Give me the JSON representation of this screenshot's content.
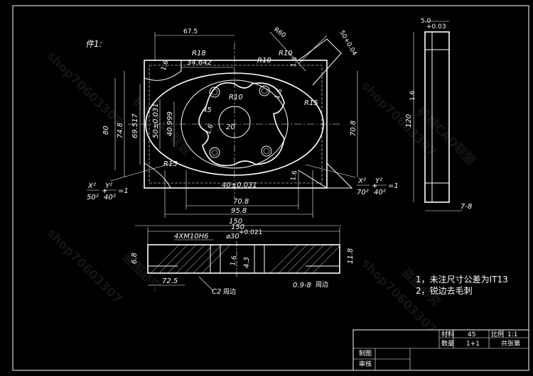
{
  "part_label": "件1:",
  "watermark": {
    "shop": "shop70603307",
    "brand": "机械CAD联盟",
    "tagline": "盗图必究",
    "logo_text": "CAD"
  },
  "top_view": {
    "dims": {
      "width_top": "67.5",
      "r18": "R18",
      "d34": "34.642",
      "r10a": "R10",
      "r10b": "R10",
      "r10c": "R10",
      "r15a": "R15",
      "r15b": "R15",
      "a45": "45",
      "d20": "20",
      "h50": "50±0.031",
      "h40": "40.999",
      "h69": "69.517",
      "h80": "80",
      "h74": "74.8",
      "h70": "70.8",
      "w40": "40±0.031",
      "w70": "70.8",
      "w95": "95.8",
      "w150": "150",
      "angle_top": "R60",
      "corner_dim": "50+0.04",
      "surf_a": "1.6",
      "surf_b": "1.6",
      "surf_c": "1.6",
      "surf_d": "1.6",
      "surf_e": "1.6"
    },
    "ellipse_inner": {
      "num_x": "X²",
      "den_x": "50²",
      "num_y": "Y²",
      "den_y": "40²",
      "eq": "=1"
    },
    "ellipse_outer": {
      "num_x": "X²",
      "den_x": "70²",
      "num_y": "Y²",
      "den_y": "40²",
      "eq": "=1"
    }
  },
  "side_view": {
    "dims": {
      "top_small": "5.0",
      "top_tol": "+0.03",
      "h120": "120",
      "w7": "7-8",
      "surf": "1.6"
    }
  },
  "section_view": {
    "dims": {
      "w150": "150",
      "hole": "4XM10H6",
      "bore": "⌀30",
      "bore_tol": "+0.021",
      "left_h": "6.8",
      "right_h": "11.8",
      "d72": "72.5",
      "chamfer": "C2",
      "chamfer_note": "周边",
      "d43": "4.3",
      "depth": "0.9-8",
      "depth_note": "周边",
      "surf": "1.6"
    }
  },
  "notes": [
    "1，未注尺寸公差为IT13",
    "2，锐边去毛刺"
  ],
  "title_block": {
    "material_label": "材料",
    "material_value": "45",
    "ratio_label": "比例",
    "ratio_value": "1:1",
    "count_label": "数量",
    "count_value": "1+1",
    "sheet_label": "共张第",
    "drawn_label": "制图",
    "check_label": "审核"
  }
}
